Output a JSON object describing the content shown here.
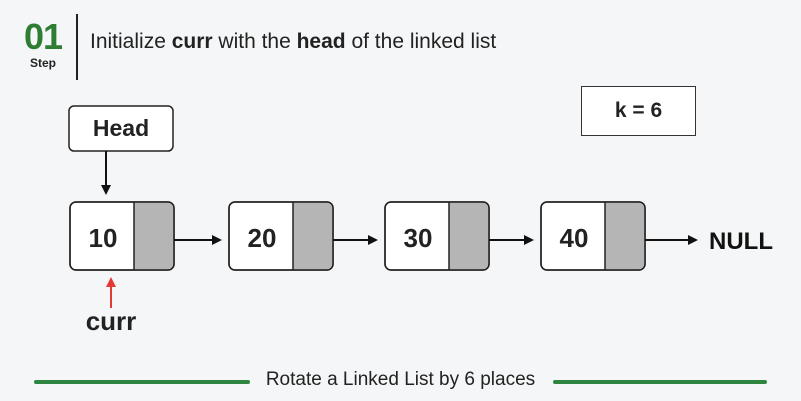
{
  "step": {
    "number": "01",
    "label": "Step"
  },
  "instruction": {
    "prefix": "Initialize ",
    "b1": "curr",
    "mid1": " with the ",
    "b2": "head",
    "suffix": " of the linked list"
  },
  "k_label": "k = 6",
  "head_label": "Head",
  "curr_label": "curr",
  "null_label": "NULL",
  "nodes": [
    "10",
    "20",
    "30",
    "40"
  ],
  "caption": "Rotate a Linked List by 6 places",
  "colors": {
    "accent": "#2e7d32",
    "caption_line": "#2e8540",
    "curr_arrow": "#e53935",
    "pointer_fill": "#b5b5b5"
  }
}
